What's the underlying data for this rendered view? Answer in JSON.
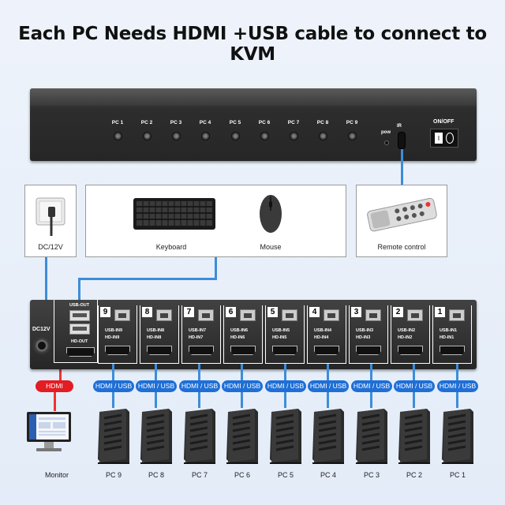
{
  "title": "Each PC Needs HDMI +USB cable to connect to KVM",
  "front_panel": {
    "pc_buttons": [
      "PC 1",
      "PC 2",
      "PC 3",
      "PC 4",
      "PC 5",
      "PC 6",
      "PC 7",
      "PC 8",
      "PC 9"
    ],
    "pow_label": "pow",
    "ir_label": "IR",
    "onoff_label": "ON/OFF",
    "switch_on": "I"
  },
  "peripherals": {
    "power": "DC/12V",
    "keyboard": "Keyboard",
    "mouse": "Mouse",
    "remote": "Remote control"
  },
  "rear_panel": {
    "dc_label": "DC12V",
    "usb_out": "USB-OUT",
    "hd_out": "HD-OUT",
    "ports": [
      {
        "num": "9",
        "usb": "USB-IN9",
        "hd": "HD-IN9"
      },
      {
        "num": "8",
        "usb": "USB-IN8",
        "hd": "HD-IN8"
      },
      {
        "num": "7",
        "usb": "USB-IN7",
        "hd": "HD-IN7"
      },
      {
        "num": "6",
        "usb": "USB-IN6",
        "hd": "HD-IN6"
      },
      {
        "num": "5",
        "usb": "USB-IN5",
        "hd": "HD-IN5"
      },
      {
        "num": "4",
        "usb": "USB-IN4",
        "hd": "HD-IN4"
      },
      {
        "num": "3",
        "usb": "USB-IN3",
        "hd": "HD-IN3"
      },
      {
        "num": "2",
        "usb": "USB-IN2",
        "hd": "HD-IN2"
      },
      {
        "num": "1",
        "usb": "USB-IN1",
        "hd": "HD-IN1"
      }
    ]
  },
  "monitor_tag": "HDMI",
  "cable_tags": [
    "HDMI / USB",
    "HDMI / USB",
    "HDMI / USB",
    "HDMI / USB",
    "HDMI / USB",
    "HDMI / USB",
    "HDMI / USB",
    "HDMI / USB",
    "HDMI / USB"
  ],
  "bottom_labels": {
    "monitor": "Monitor",
    "pcs": [
      "PC 9",
      "PC 8",
      "PC 7",
      "PC 6",
      "PC 5",
      "PC 4",
      "PC 3",
      "PC 2",
      "PC 1"
    ]
  },
  "colors": {
    "accent_blue": "#1f6fd6",
    "accent_red": "#e21d23",
    "device_dark": "#2a2a2a"
  }
}
